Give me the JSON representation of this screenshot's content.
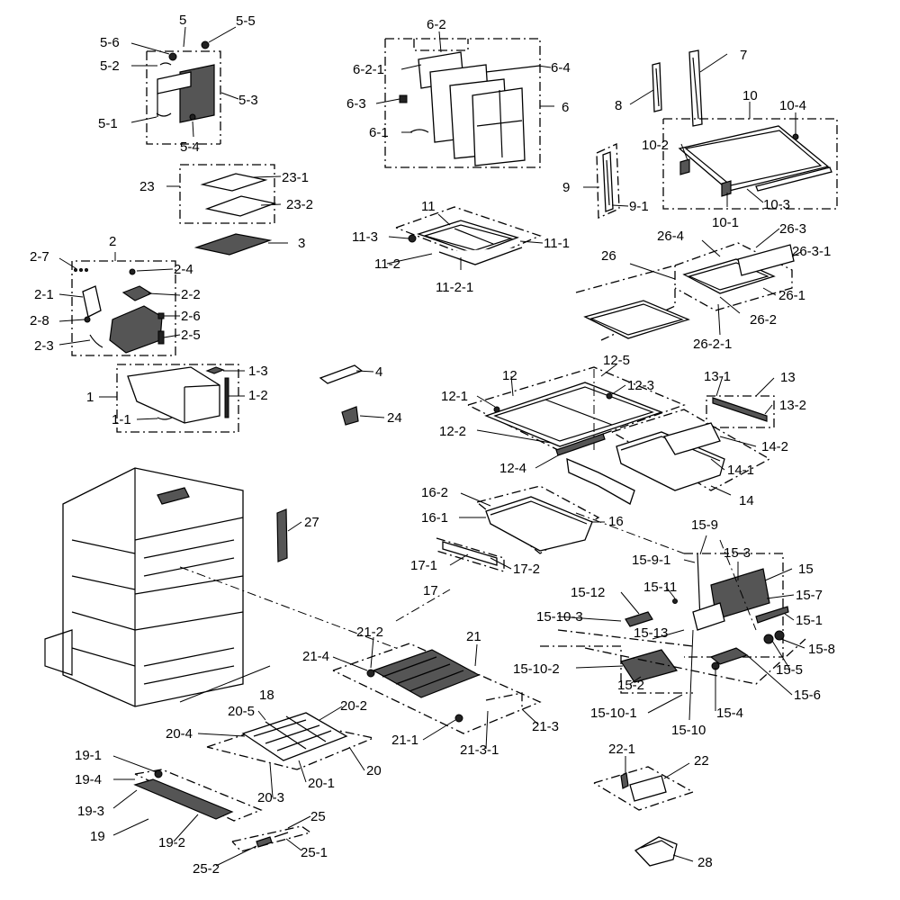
{
  "labels": [
    {
      "id": "5",
      "text": "5"
    },
    {
      "id": "5-5",
      "text": "5-5"
    },
    {
      "id": "5-6",
      "text": "5-6"
    },
    {
      "id": "5-2",
      "text": "5-2"
    },
    {
      "id": "5-3",
      "text": "5-3"
    },
    {
      "id": "5-1",
      "text": "5-1"
    },
    {
      "id": "5-4",
      "text": "5-4"
    },
    {
      "id": "6-2",
      "text": "6-2"
    },
    {
      "id": "6-2-1",
      "text": "6-2-1"
    },
    {
      "id": "6-4",
      "text": "6-4"
    },
    {
      "id": "6-3",
      "text": "6-3"
    },
    {
      "id": "6",
      "text": "6"
    },
    {
      "id": "6-1",
      "text": "6-1"
    },
    {
      "id": "7",
      "text": "7"
    },
    {
      "id": "8",
      "text": "8"
    },
    {
      "id": "10",
      "text": "10"
    },
    {
      "id": "10-4",
      "text": "10-4"
    },
    {
      "id": "10-2",
      "text": "10-2"
    },
    {
      "id": "9",
      "text": "9"
    },
    {
      "id": "9-1",
      "text": "9-1"
    },
    {
      "id": "10-3",
      "text": "10-3"
    },
    {
      "id": "10-1",
      "text": "10-1"
    },
    {
      "id": "23",
      "text": "23"
    },
    {
      "id": "23-1",
      "text": "23-1"
    },
    {
      "id": "23-2",
      "text": "23-2"
    },
    {
      "id": "3",
      "text": "3"
    },
    {
      "id": "11",
      "text": "11"
    },
    {
      "id": "11-3",
      "text": "11-3"
    },
    {
      "id": "11-1",
      "text": "11-1"
    },
    {
      "id": "11-2",
      "text": "11-2"
    },
    {
      "id": "11-2-1",
      "text": "11-2-1"
    },
    {
      "id": "26-4",
      "text": "26-4"
    },
    {
      "id": "26-3",
      "text": "26-3"
    },
    {
      "id": "26-3-1",
      "text": "26-3-1"
    },
    {
      "id": "26",
      "text": "26"
    },
    {
      "id": "26-1",
      "text": "26-1"
    },
    {
      "id": "26-2",
      "text": "26-2"
    },
    {
      "id": "26-2-1",
      "text": "26-2-1"
    },
    {
      "id": "2",
      "text": "2"
    },
    {
      "id": "2-7",
      "text": "2-7"
    },
    {
      "id": "2-4",
      "text": "2-4"
    },
    {
      "id": "2-1",
      "text": "2-1"
    },
    {
      "id": "2-2",
      "text": "2-2"
    },
    {
      "id": "2-8",
      "text": "2-8"
    },
    {
      "id": "2-6",
      "text": "2-6"
    },
    {
      "id": "2-5",
      "text": "2-5"
    },
    {
      "id": "2-3",
      "text": "2-3"
    },
    {
      "id": "1-3",
      "text": "1-3"
    },
    {
      "id": "1-2",
      "text": "1-2"
    },
    {
      "id": "1",
      "text": "1"
    },
    {
      "id": "1-1",
      "text": "1-1"
    },
    {
      "id": "4",
      "text": "4"
    },
    {
      "id": "24",
      "text": "24"
    },
    {
      "id": "12",
      "text": "12"
    },
    {
      "id": "12-5",
      "text": "12-5"
    },
    {
      "id": "12-1",
      "text": "12-1"
    },
    {
      "id": "12-3",
      "text": "12-3"
    },
    {
      "id": "12-2",
      "text": "12-2"
    },
    {
      "id": "12-4",
      "text": "12-4"
    },
    {
      "id": "13-1",
      "text": "13-1"
    },
    {
      "id": "13",
      "text": "13"
    },
    {
      "id": "13-2",
      "text": "13-2"
    },
    {
      "id": "14-2",
      "text": "14-2"
    },
    {
      "id": "14-1",
      "text": "14-1"
    },
    {
      "id": "14",
      "text": "14"
    },
    {
      "id": "16-2",
      "text": "16-2"
    },
    {
      "id": "16-1",
      "text": "16-1"
    },
    {
      "id": "16",
      "text": "16"
    },
    {
      "id": "17-1",
      "text": "17-1"
    },
    {
      "id": "17-2",
      "text": "17-2"
    },
    {
      "id": "17",
      "text": "17"
    },
    {
      "id": "27",
      "text": "27"
    },
    {
      "id": "15-9",
      "text": "15-9"
    },
    {
      "id": "15-9-1",
      "text": "15-9-1"
    },
    {
      "id": "15-3",
      "text": "15-3"
    },
    {
      "id": "15",
      "text": "15"
    },
    {
      "id": "15-12",
      "text": "15-12"
    },
    {
      "id": "15-11",
      "text": "15-11"
    },
    {
      "id": "15-7",
      "text": "15-7"
    },
    {
      "id": "15-10-3",
      "text": "15-10-3"
    },
    {
      "id": "15-1",
      "text": "15-1"
    },
    {
      "id": "15-13",
      "text": "15-13"
    },
    {
      "id": "15-8",
      "text": "15-8"
    },
    {
      "id": "15-10-2",
      "text": "15-10-2"
    },
    {
      "id": "15-5",
      "text": "15-5"
    },
    {
      "id": "15-2",
      "text": "15-2"
    },
    {
      "id": "15-6",
      "text": "15-6"
    },
    {
      "id": "15-10-1",
      "text": "15-10-1"
    },
    {
      "id": "15-4",
      "text": "15-4"
    },
    {
      "id": "15-10",
      "text": "15-10"
    },
    {
      "id": "21-2",
      "text": "21-2"
    },
    {
      "id": "21",
      "text": "21"
    },
    {
      "id": "21-4",
      "text": "21-4"
    },
    {
      "id": "18",
      "text": "18"
    },
    {
      "id": "20-5",
      "text": "20-5"
    },
    {
      "id": "20-2",
      "text": "20-2"
    },
    {
      "id": "20-4",
      "text": "20-4"
    },
    {
      "id": "21-3",
      "text": "21-3"
    },
    {
      "id": "21-1",
      "text": "21-1"
    },
    {
      "id": "21-3-1",
      "text": "21-3-1"
    },
    {
      "id": "19-1",
      "text": "19-1"
    },
    {
      "id": "20",
      "text": "20"
    },
    {
      "id": "19-4",
      "text": "19-4"
    },
    {
      "id": "20-1",
      "text": "20-1"
    },
    {
      "id": "20-3",
      "text": "20-3"
    },
    {
      "id": "19-3",
      "text": "19-3"
    },
    {
      "id": "19",
      "text": "19"
    },
    {
      "id": "19-2",
      "text": "19-2"
    },
    {
      "id": "25",
      "text": "25"
    },
    {
      "id": "25-1",
      "text": "25-1"
    },
    {
      "id": "25-2",
      "text": "25-2"
    },
    {
      "id": "22-1",
      "text": "22-1"
    },
    {
      "id": "22",
      "text": "22"
    },
    {
      "id": "28",
      "text": "28"
    }
  ]
}
